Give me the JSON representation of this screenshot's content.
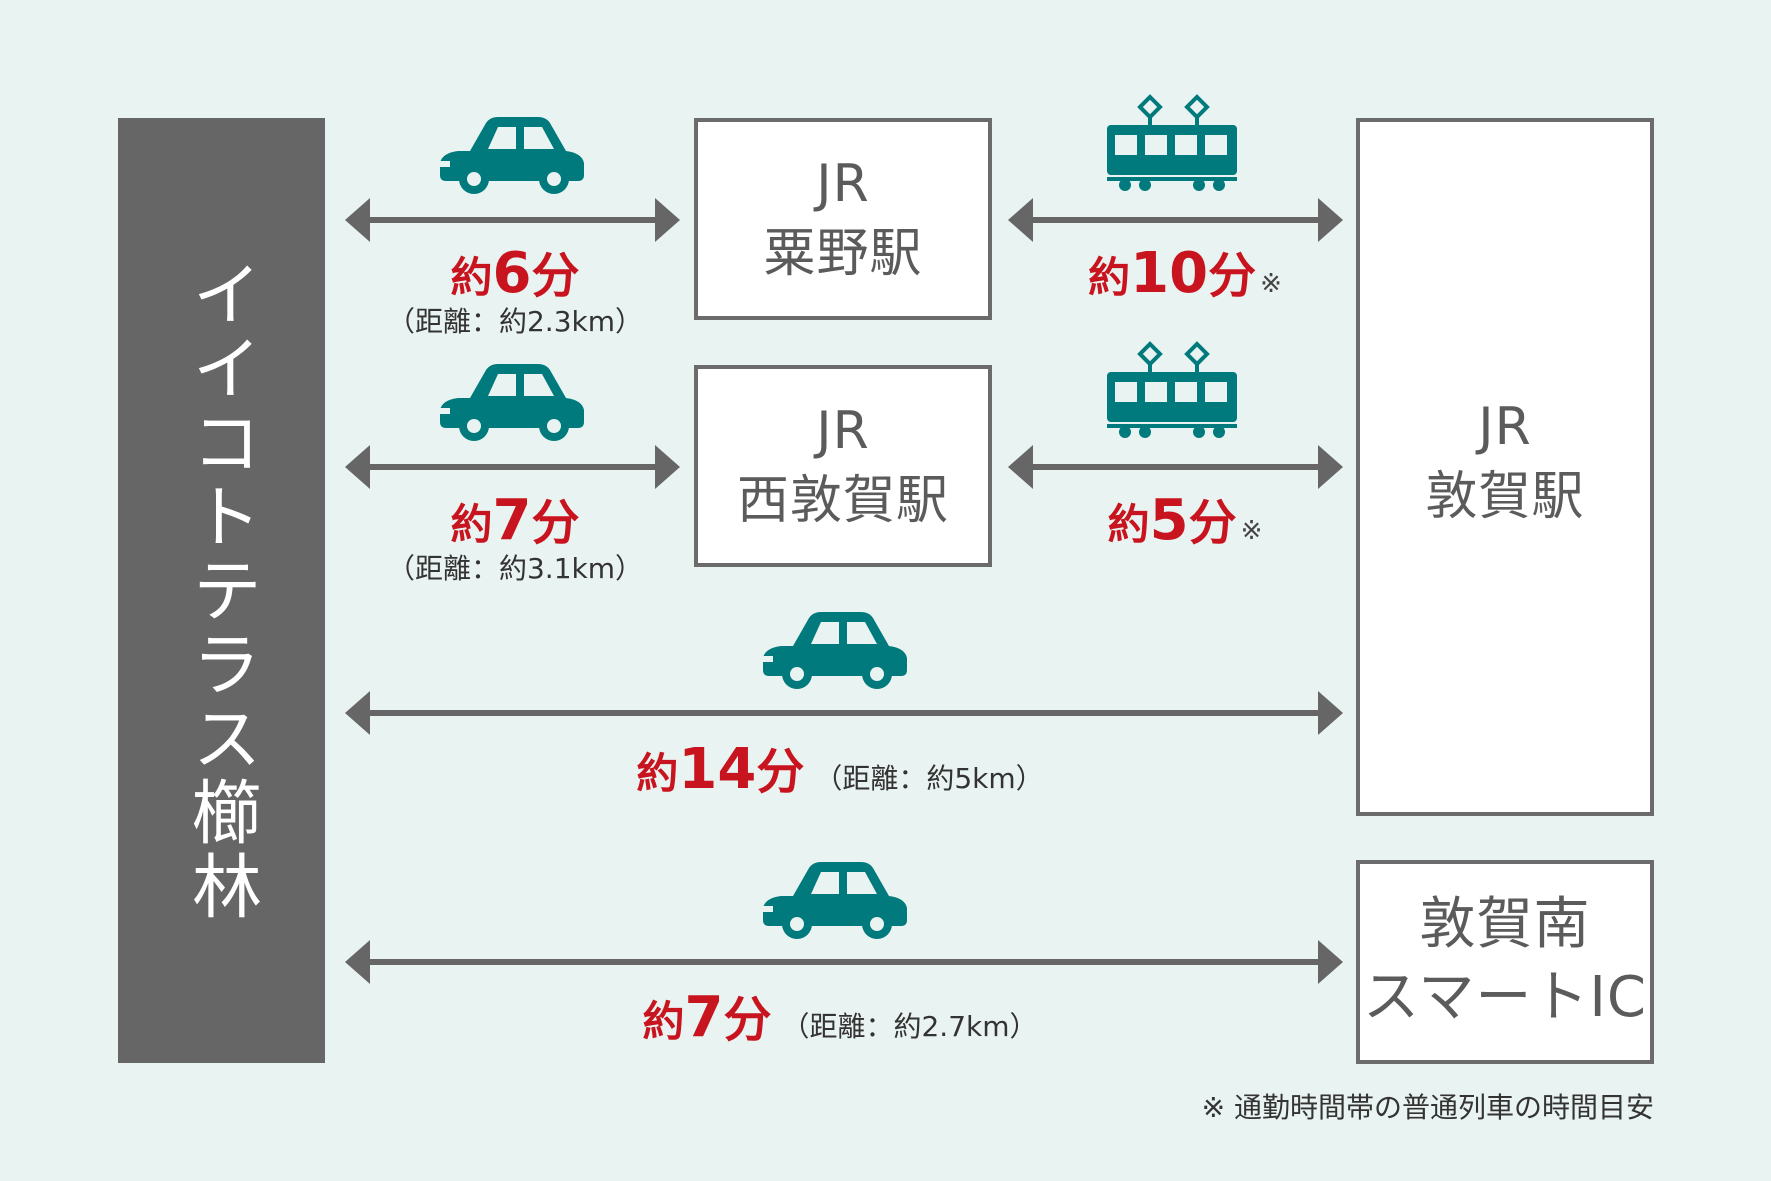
{
  "origin": {
    "name": "イイコトテラス櫛林"
  },
  "stations": {
    "awano": {
      "line1": "JR",
      "line2": "粟野駅"
    },
    "nishitsuruga": {
      "line1": "JR",
      "line2": "西敦賀駅"
    },
    "tsuruga": {
      "line1": "JR",
      "line2": "敦賀駅"
    },
    "ic": {
      "line1": "敦賀南",
      "line2": "スマートIC"
    }
  },
  "routes": {
    "car_awano": {
      "prefix": "約",
      "number": "6",
      "unit": "分",
      "distance": "（距離：約2.3km）"
    },
    "train_awano": {
      "prefix": "約",
      "number": "10",
      "unit": "分",
      "mark": "※"
    },
    "car_nishitsuruga": {
      "prefix": "約",
      "number": "7",
      "unit": "分",
      "distance": "（距離：約3.1km）"
    },
    "train_nishitsuruga": {
      "prefix": "約",
      "number": "5",
      "unit": "分",
      "mark": "※"
    },
    "car_tsuruga": {
      "prefix": "約",
      "number": "14",
      "unit": "分",
      "distance": "（距離：約5km）"
    },
    "car_ic": {
      "prefix": "約",
      "number": "7",
      "unit": "分",
      "distance": "（距離：約2.7km）"
    }
  },
  "footnote": "※ 通勤時間帯の普通列車の時間目安",
  "colors": {
    "accent": "#c8141e",
    "icon": "#007a7c",
    "origin_bg": "#666666",
    "arrow": "#666666",
    "background": "#e9f3f1"
  },
  "icons": {
    "car": "car-icon",
    "train": "train-icon"
  }
}
